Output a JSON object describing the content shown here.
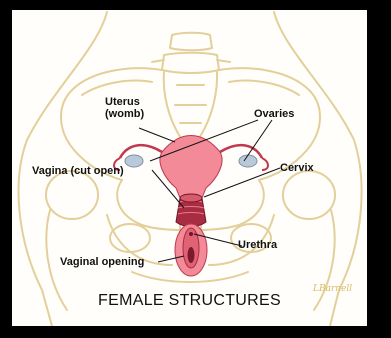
{
  "diagram": {
    "title": "FEMALE STRUCTURES",
    "signature": "LBarnell",
    "labels": {
      "uterus": "Uterus\n(womb)",
      "ovaries": "Ovaries",
      "vagina": "Vagina (cut open)",
      "cervix": "Cervix",
      "urethra": "Urethra",
      "vaginal_opening": "Vaginal opening"
    },
    "colors": {
      "bone_outline": "#e3cf9a",
      "organ": "#f28a97",
      "organ_dark": "#c0394e",
      "ovary": "#b9c9d9",
      "background": "#fffefb"
    }
  }
}
